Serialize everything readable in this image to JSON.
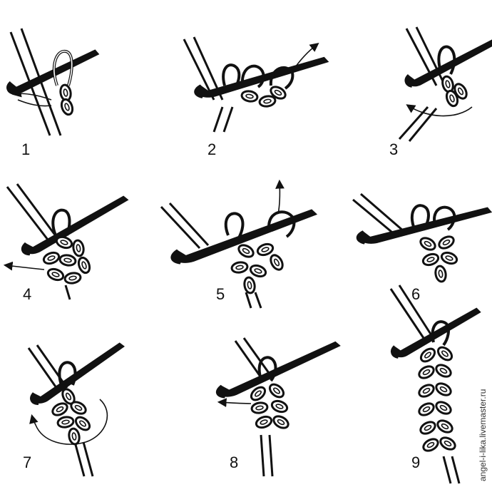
{
  "steps": [
    {
      "number": "1"
    },
    {
      "number": "2"
    },
    {
      "number": "3"
    },
    {
      "number": "4"
    },
    {
      "number": "5"
    },
    {
      "number": "6"
    },
    {
      "number": "7"
    },
    {
      "number": "8"
    },
    {
      "number": "9"
    }
  ],
  "watermark": "angel-i-lika.livemaster.ru",
  "colors": {
    "ink": "#111111",
    "background": "#ffffff"
  }
}
